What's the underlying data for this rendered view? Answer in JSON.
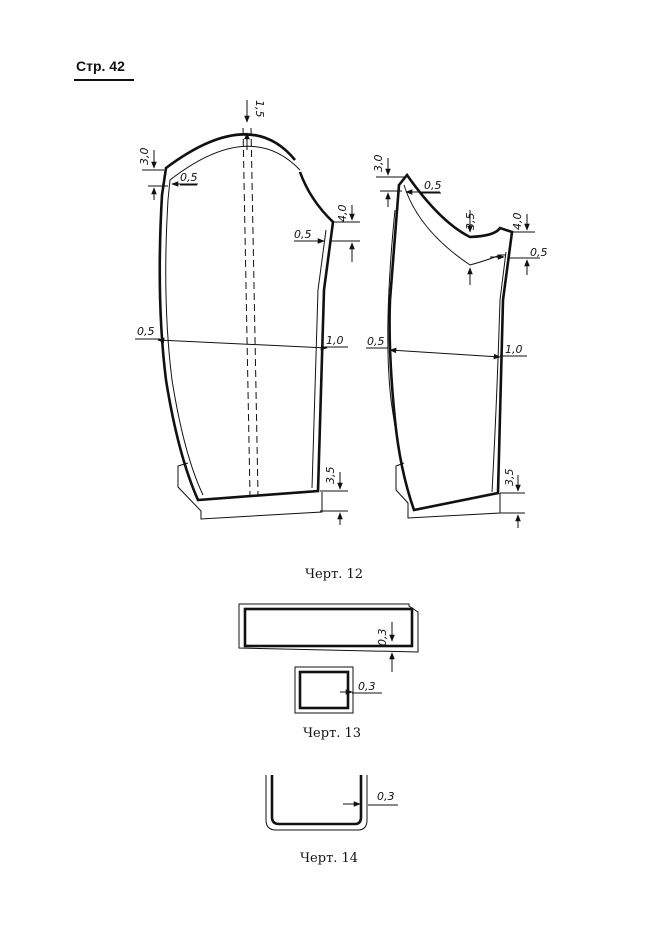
{
  "header": {
    "page_number": "Стр. 42"
  },
  "figures": {
    "fig12": {
      "caption": "Черт. 12",
      "left_piece": {
        "d_top": "1,5",
        "d_shoulder": "3,0",
        "d_inner": "0,5",
        "d_right_top": "4,0",
        "d_right_inner": "0,5",
        "d_left_mid": "0,5",
        "d_right_mid": "1,0",
        "d_bottom": "3,5"
      },
      "right_piece": {
        "d_shoulder": "3,0",
        "d_inner": "0,5",
        "d_notch": "3,5",
        "d_right_top": "4,0",
        "d_right_inner": "0,5",
        "d_left_mid": "0,5",
        "d_right_mid": "1,0",
        "d_bottom": "3,5"
      }
    },
    "fig13": {
      "caption": "Черт. 13",
      "d_large": "0,3",
      "d_small": "0,3"
    },
    "fig14": {
      "caption": "Черт. 14",
      "d_edge": "0,3"
    }
  }
}
